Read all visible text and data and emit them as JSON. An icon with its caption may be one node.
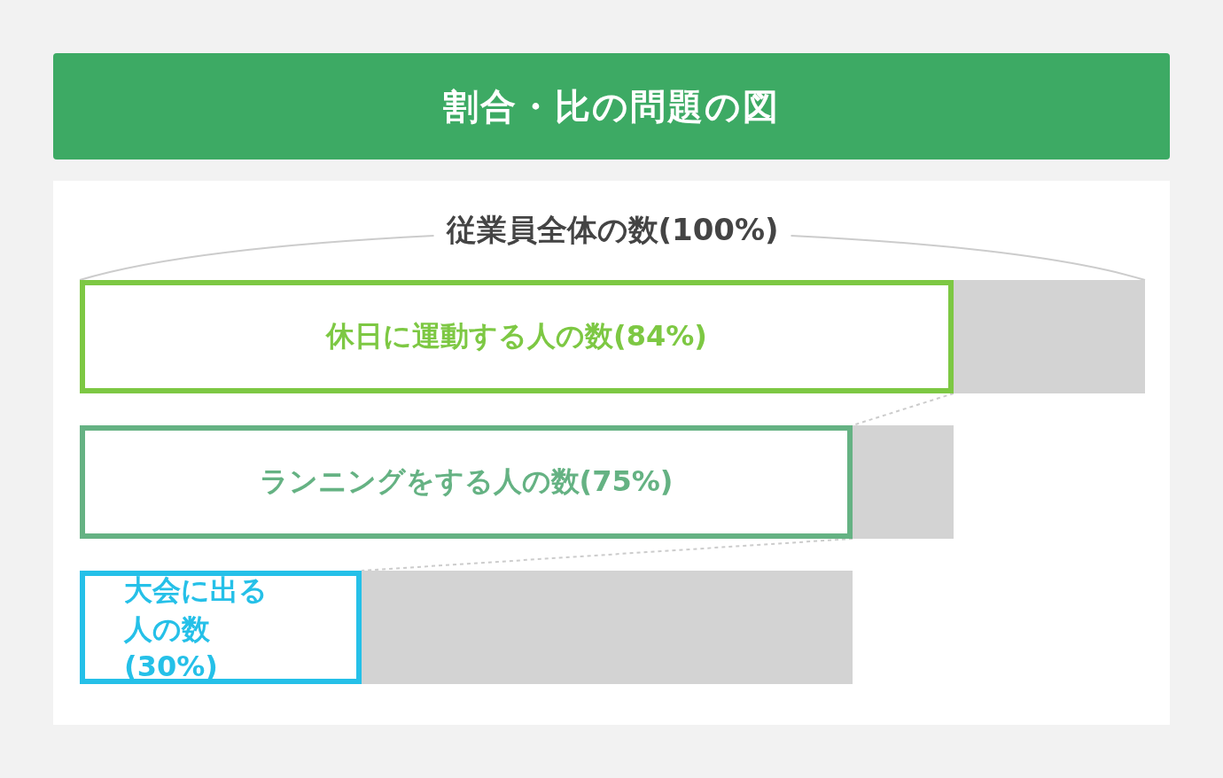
{
  "diagram": {
    "title": "割合・比の問題の図",
    "nodes": [
      {
        "text": [],
        "shape": "bar",
        "beside": [
          "従業員全体の数(100%)"
        ]
      },
      {
        "text": [
          "休日に運動する人の数(84%)"
        ],
        "in": 0
      },
      {
        "text": [],
        "shape": "bar"
      },
      {
        "text": [
          "ランニングをする人の数(75%)"
        ],
        "in": 2
      },
      {
        "text": [],
        "shape": "bar"
      },
      {
        "text": [
          "大会に出る人の数(30%)"
        ],
        "in": 4
      }
    ],
    "edges": [
      {
        "from": 1,
        "to": 3,
        "arrow": "none",
        "style": "dashed"
      },
      {
        "from": 3,
        "to": 5,
        "arrow": "none",
        "style": "dashed"
      }
    ]
  }
}
